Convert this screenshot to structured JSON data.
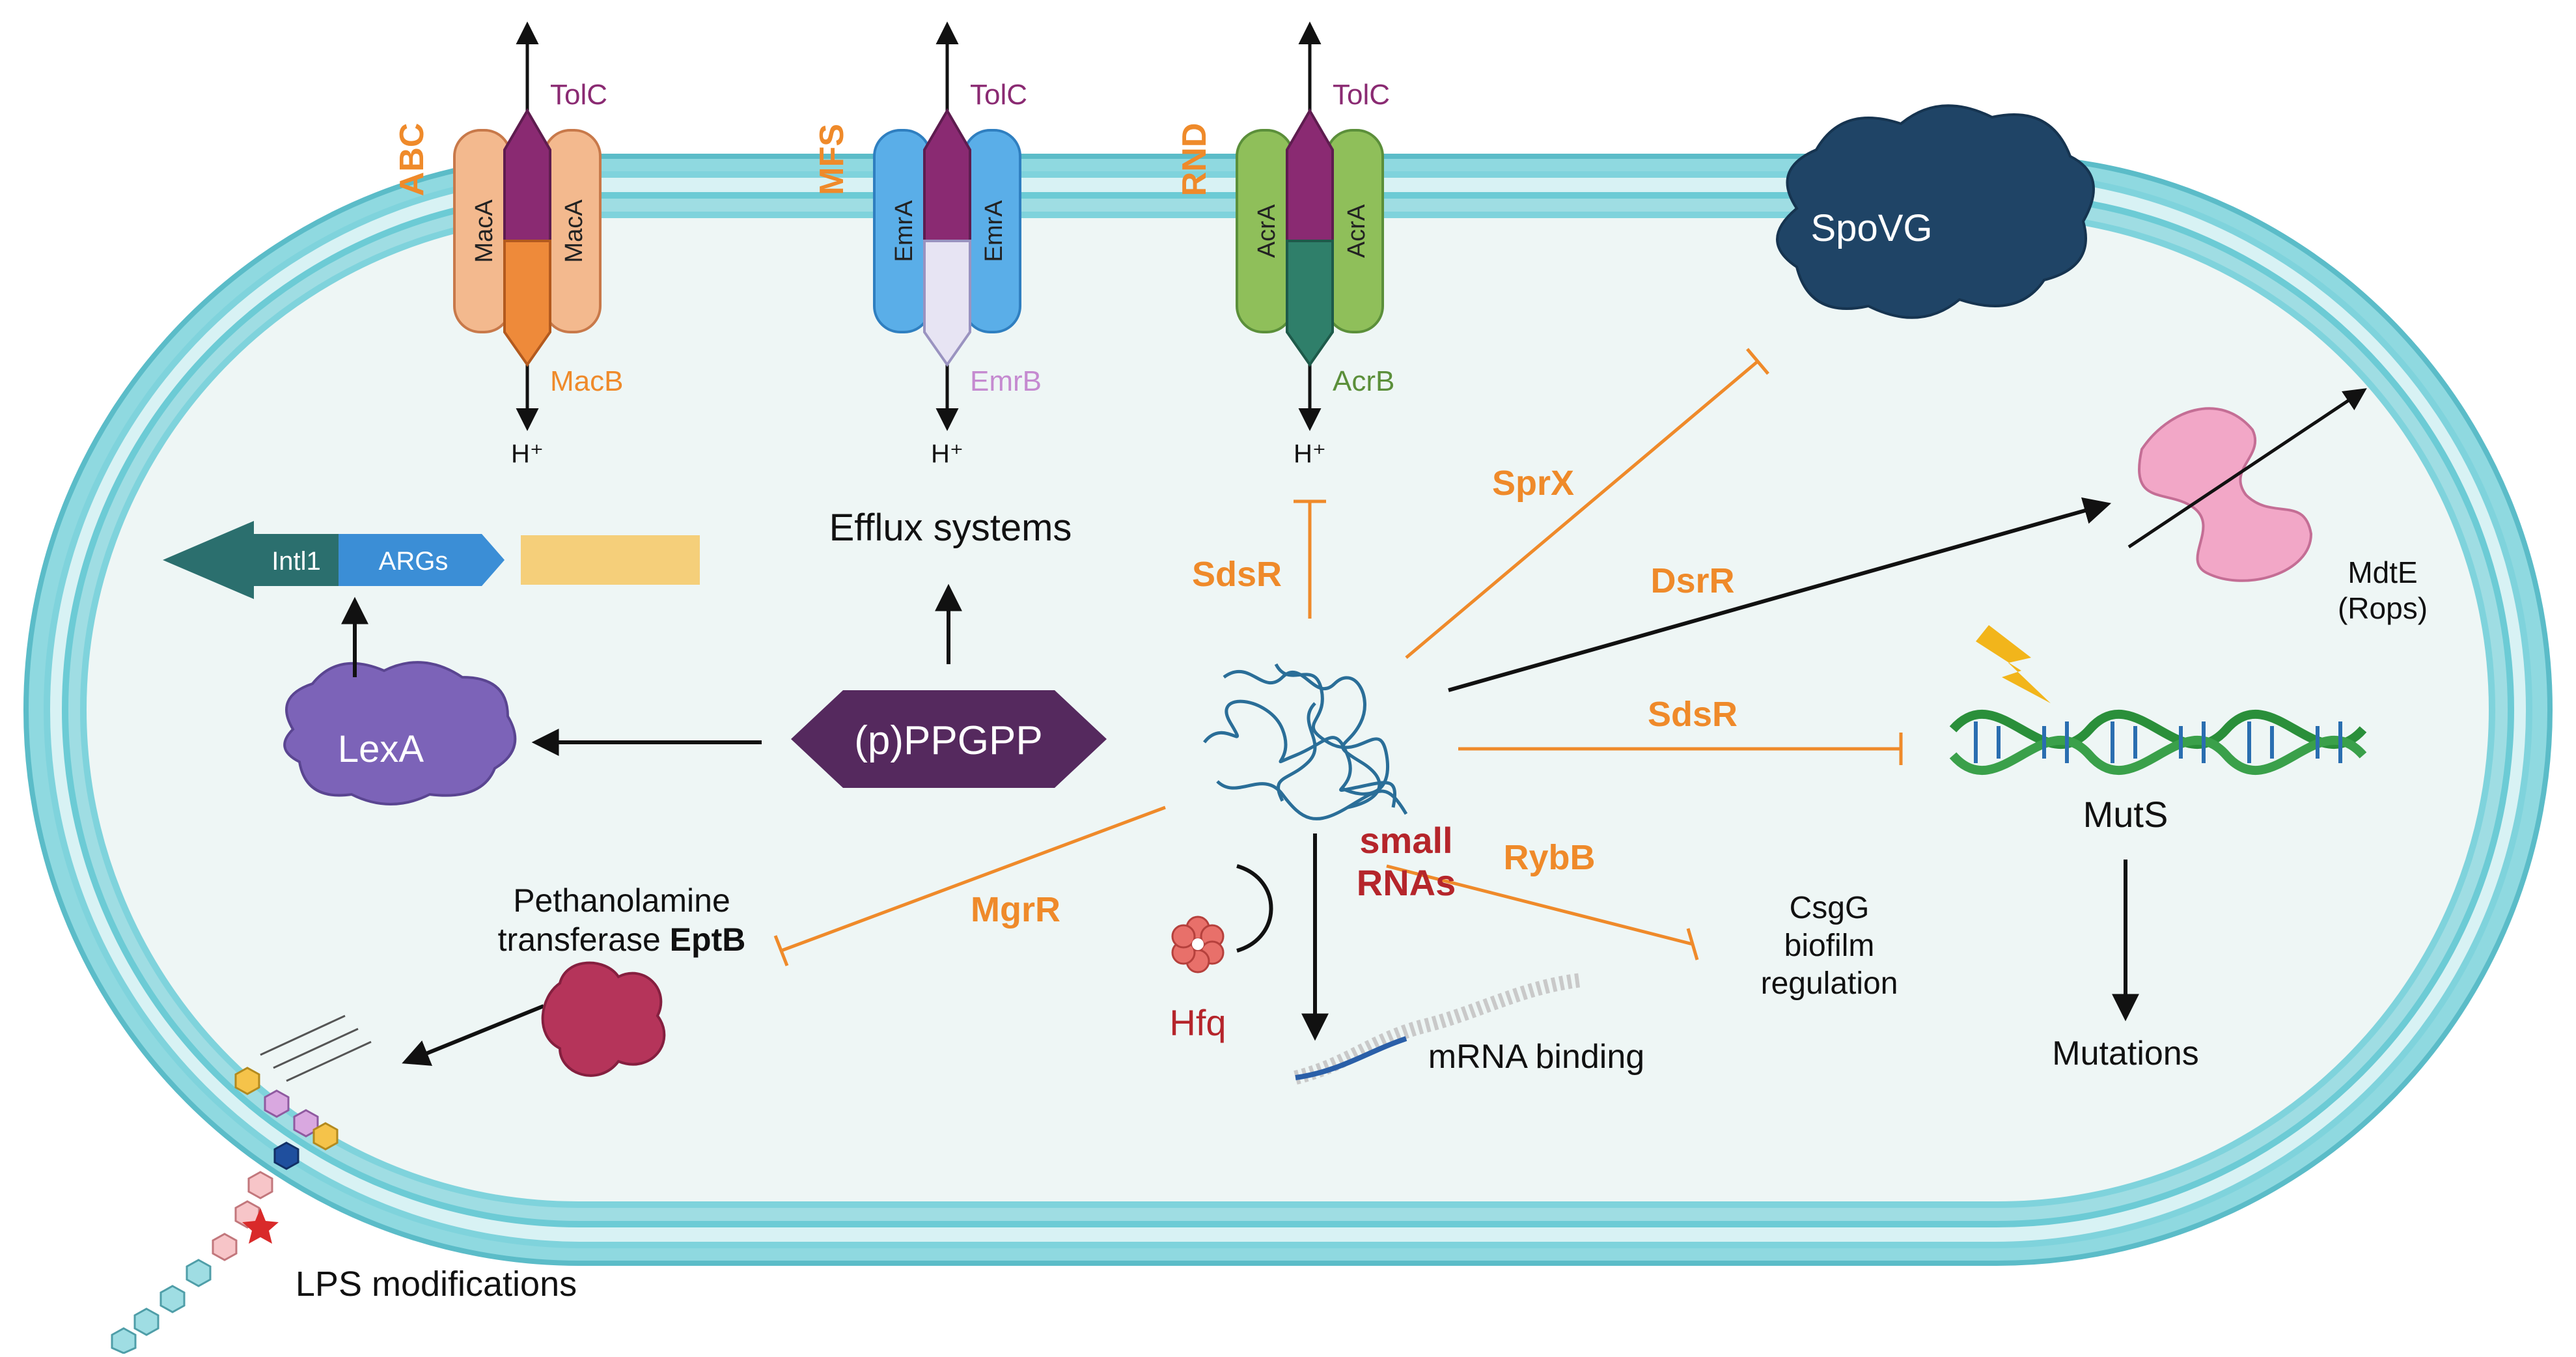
{
  "colors": {
    "membrane": "#7fd3dc",
    "membrane_dark": "#5bbcc8",
    "cytoplasm": "#eef6f5",
    "orange": "#ef8a2a",
    "purple_tolc": "#8a2a72",
    "dark_red": "#b5252b",
    "black": "#111111"
  },
  "efflux": {
    "pumps": [
      {
        "family": "ABC",
        "outer": "TolC",
        "adaptor_left": "MacA",
        "adaptor_right": "MacA",
        "inner": "MacB",
        "ion": "H⁺",
        "adaptor_color": "#f3b98e",
        "inner_color": "#ee8a3a",
        "inner_label_color": "#ef8a2a"
      },
      {
        "family": "MFS",
        "outer": "TolC",
        "adaptor_left": "EmrA",
        "adaptor_right": "EmrA",
        "inner": "EmrB",
        "ion": "H⁺",
        "adaptor_color": "#5aaee8",
        "inner_color": "#e7e4f3",
        "inner_label_color": "#c58ad0"
      },
      {
        "family": "RND",
        "outer": "TolC",
        "adaptor_left": "AcrA",
        "adaptor_right": "AcrA",
        "inner": "AcrB",
        "ion": "H⁺",
        "adaptor_color": "#8fbf5a",
        "inner_color": "#2f7f6a",
        "inner_label_color": "#5b8f3a"
      }
    ],
    "caption": "Efflux systems"
  },
  "genes": {
    "intl1": "Intl1",
    "args": "ARGs"
  },
  "proteins": {
    "lexa": "LexA",
    "ppgpp": "(p)PPGPP",
    "spovg": "SpoVG",
    "mdte": "MdtE",
    "rops": "(Rops)",
    "muts": "MutS",
    "hfq": "Hfq",
    "eptb_line1": "Pethanolamine",
    "eptb_line2_prefix": "transferase ",
    "eptb_line2_bold": "EptB"
  },
  "srnas": {
    "title_line1": "small",
    "title_line2": "RNAs",
    "sdsr_efflux": "SdsR",
    "sprx": "SprX",
    "dsrr": "DsrR",
    "sdsr_muts": "SdsR",
    "rybb": "RybB",
    "mgrr": "MgrR"
  },
  "outcomes": {
    "mrna": "mRNA binding",
    "csgg_line1": "CsgG",
    "csgg_line2": "biofilm",
    "csgg_line3": "regulation",
    "mutations": "Mutations",
    "lps": "LPS modifications"
  }
}
